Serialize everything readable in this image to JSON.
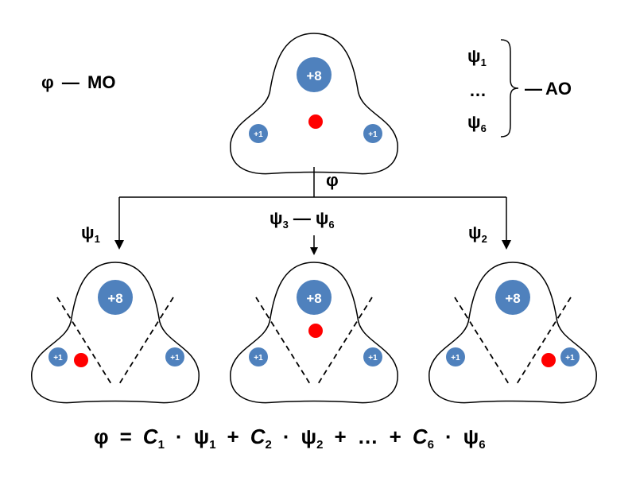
{
  "mo_label": {
    "symbol": "φ",
    "dash": "—",
    "text": "MO"
  },
  "ao_label": {
    "top": "ψ",
    "top_sub": "1",
    "middle": "…",
    "bottom": "ψ",
    "bottom_sub": "6",
    "dash": "—",
    "text": "AO"
  },
  "molecule": {
    "oxygen_charge": "+8",
    "hydrogen_charge": "+1"
  },
  "arrows": {
    "root": "φ",
    "left": {
      "symbol": "ψ",
      "sub": "1"
    },
    "middle": {
      "symbol_a": "ψ",
      "sub_a": "3",
      "dash": "—",
      "symbol_b": "ψ",
      "sub_b": "6"
    },
    "right": {
      "symbol": "ψ",
      "sub": "2"
    }
  },
  "formula": {
    "lhs": "φ",
    "eq": "=",
    "c1": "C",
    "c1_sub": "1",
    "dot1": "·",
    "psi1": "ψ",
    "psi1_sub": "1",
    "plus1": "+",
    "c2": "C",
    "c2_sub": "2",
    "dot2": "·",
    "psi2": "ψ",
    "psi2_sub": "2",
    "plus2": "+",
    "ellipsis": "…",
    "plus3": "+",
    "c6": "C",
    "c6_sub": "6",
    "dot6": "·",
    "psi6": "ψ",
    "psi6_sub": "6"
  },
  "colors": {
    "nucleus": "#4F81BD",
    "electron": "#FF0000",
    "outline": "#000000"
  }
}
